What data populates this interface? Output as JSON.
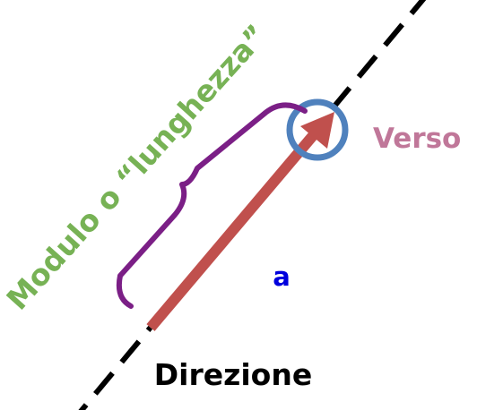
{
  "diagram": {
    "labels": {
      "modulo": "Modulo o “lunghezza”",
      "verso": "Verso",
      "direzione": "Direzione",
      "vector_name": "a"
    },
    "colors": {
      "direction_line": "#000000",
      "vector": "#c0504d",
      "verso_circle": "#4f81bd",
      "brace": "#7b1f86",
      "modulo_text": "#77b255",
      "verso_text": "#c07799",
      "direzione_text": "#000000",
      "vector_name_text": "#0000dd"
    }
  }
}
